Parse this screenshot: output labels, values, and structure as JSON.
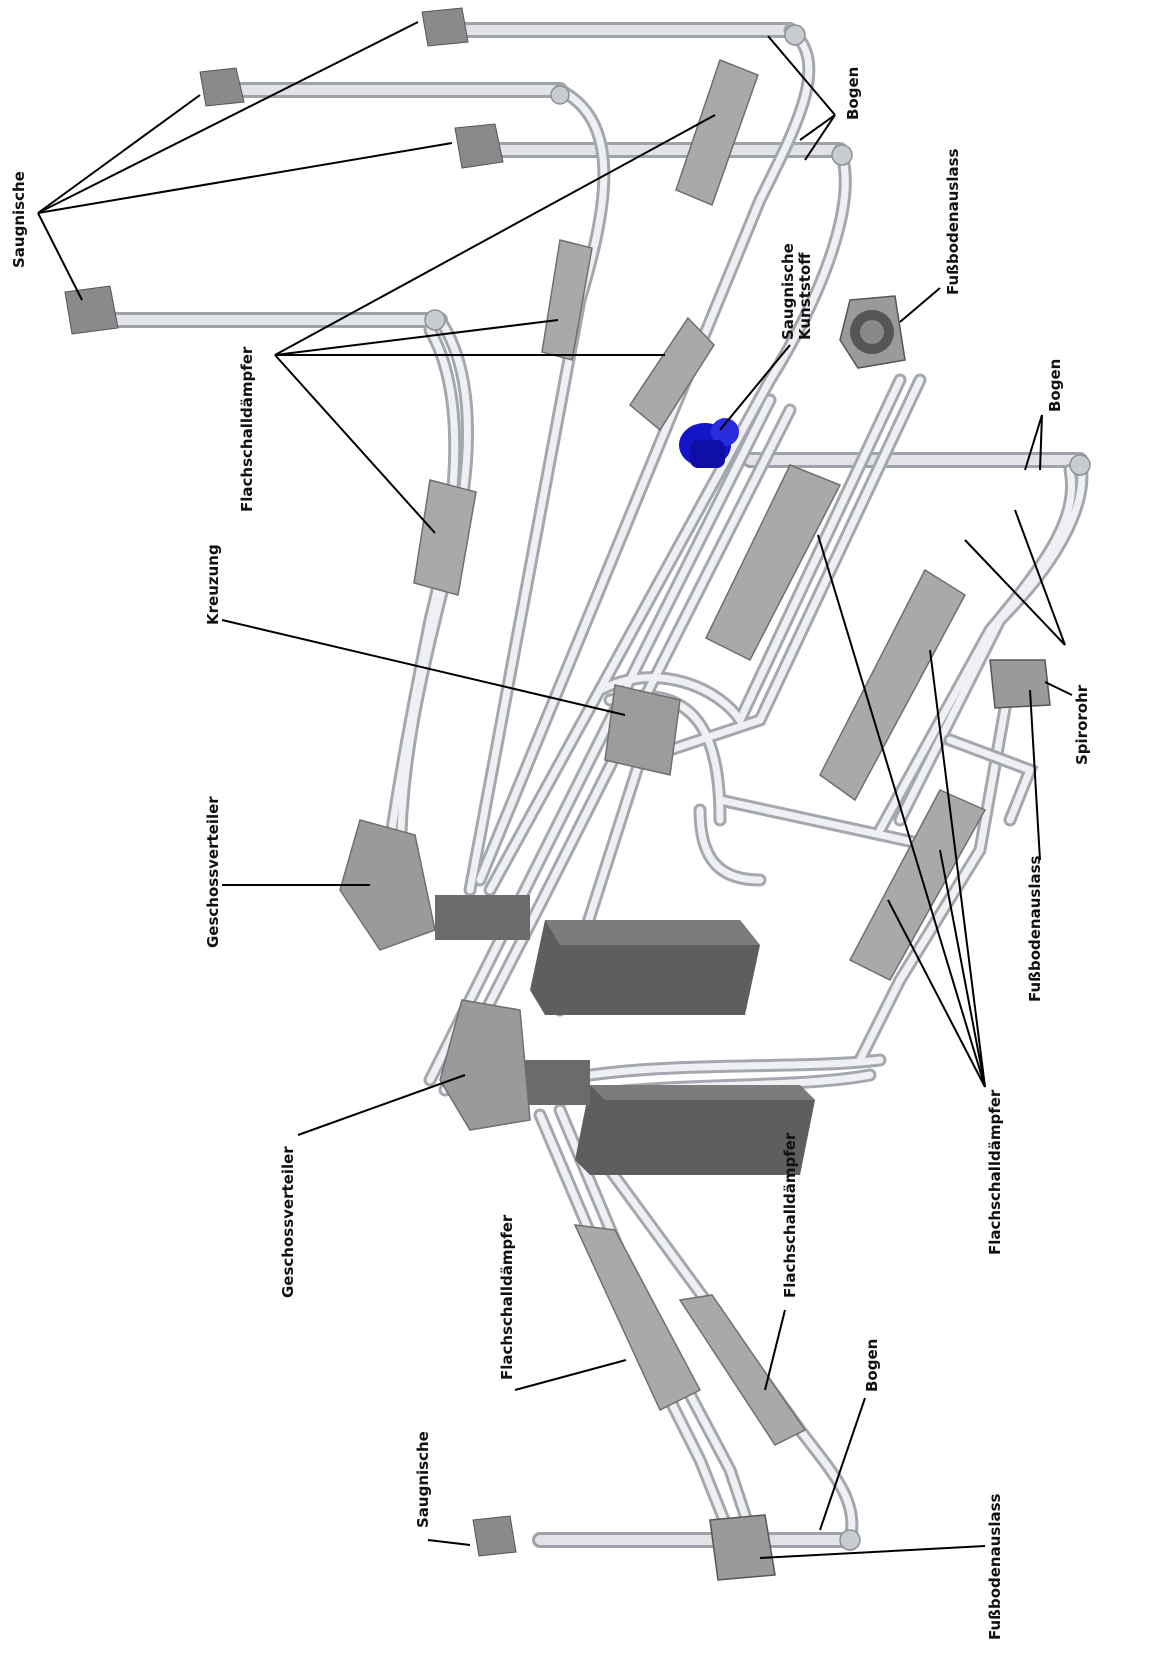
{
  "labels": {
    "saugnische": "Saugnische",
    "bogen": "Bogen",
    "flachschalldaempfer": "Flachschalldämpfer",
    "fussbodenauslass": "Fußbodenauslass",
    "saugnische_kunststoff_line1": "Saugnische",
    "saugnische_kunststoff_line2": "Kunststoff",
    "kreuzung": "Kreuzung",
    "geschossverteiler": "Geschossverteiler",
    "spirorohr": "Spirorohr"
  },
  "colors": {
    "pipe": "#d8dbdf",
    "pipe_edge": "#9ea3aa",
    "box": "#a9a9a9",
    "box_dark": "#6f6f6f",
    "duct": "#5e5e5e",
    "plastic_niche": "#1414c8",
    "leader": "#000000"
  }
}
